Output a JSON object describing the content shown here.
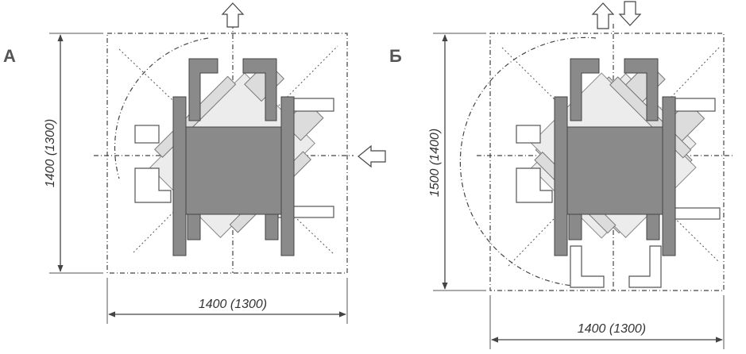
{
  "panels": [
    {
      "letter": "А",
      "height_label": "1400 (1300)",
      "width_label": "1400 (1300)"
    },
    {
      "letter": "Б",
      "height_label": "1500 (1400)",
      "width_label": "1400 (1300)"
    }
  ]
}
